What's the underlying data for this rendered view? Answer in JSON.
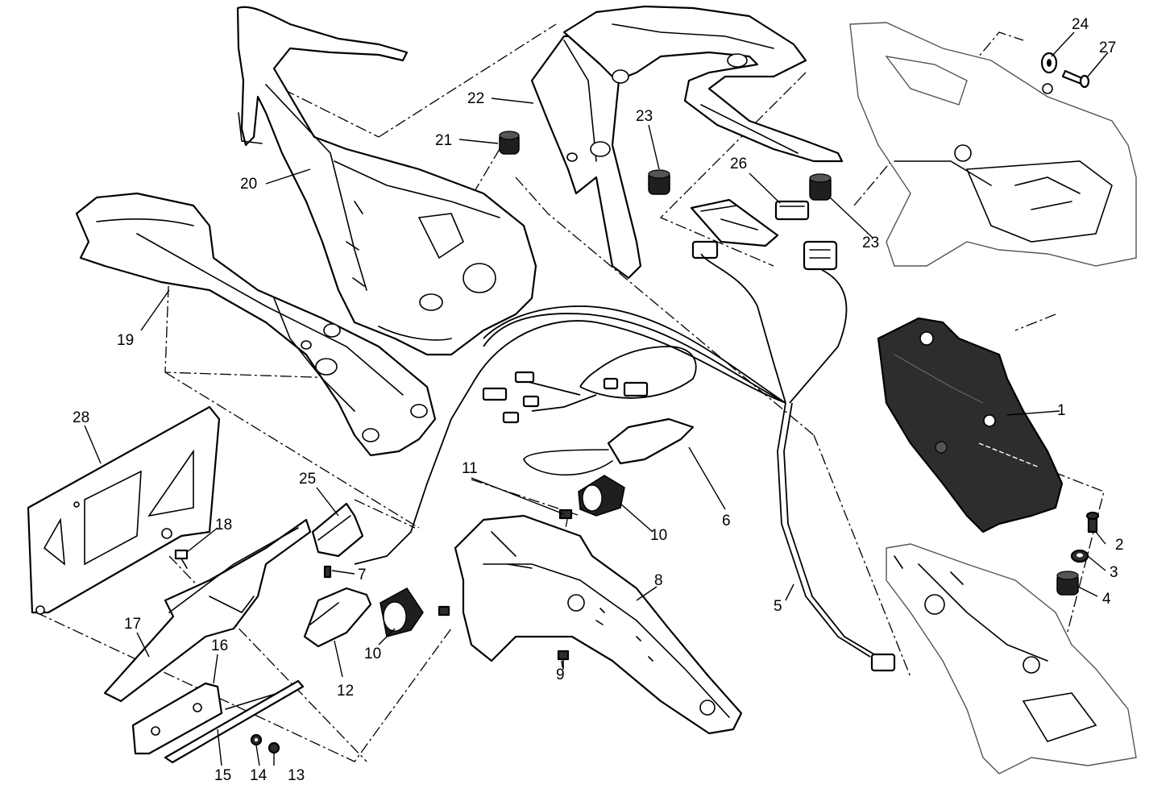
{
  "callouts": [
    {
      "id": "1",
      "label": "1"
    },
    {
      "id": "2",
      "label": "2"
    },
    {
      "id": "3",
      "label": "3"
    },
    {
      "id": "4",
      "label": "4"
    },
    {
      "id": "5",
      "label": "5"
    },
    {
      "id": "6",
      "label": "6"
    },
    {
      "id": "7",
      "label": "7"
    },
    {
      "id": "8",
      "label": "8"
    },
    {
      "id": "9",
      "label": "9"
    },
    {
      "id": "10a",
      "label": "10"
    },
    {
      "id": "10b",
      "label": "10"
    },
    {
      "id": "11",
      "label": "11"
    },
    {
      "id": "12",
      "label": "12"
    },
    {
      "id": "13",
      "label": "13"
    },
    {
      "id": "14",
      "label": "14"
    },
    {
      "id": "15",
      "label": "15"
    },
    {
      "id": "16",
      "label": "16"
    },
    {
      "id": "17",
      "label": "17"
    },
    {
      "id": "18",
      "label": "18"
    },
    {
      "id": "19",
      "label": "19"
    },
    {
      "id": "20",
      "label": "20"
    },
    {
      "id": "21",
      "label": "21"
    },
    {
      "id": "22",
      "label": "22"
    },
    {
      "id": "23a",
      "label": "23"
    },
    {
      "id": "23b",
      "label": "23"
    },
    {
      "id": "24",
      "label": "24"
    },
    {
      "id": "25",
      "label": "25"
    },
    {
      "id": "26",
      "label": "26"
    },
    {
      "id": "27",
      "label": "27"
    },
    {
      "id": "28",
      "label": "28"
    }
  ],
  "colors": {
    "line": "#000000",
    "background": "#ffffff",
    "dark_part": "#2d2d2d"
  }
}
